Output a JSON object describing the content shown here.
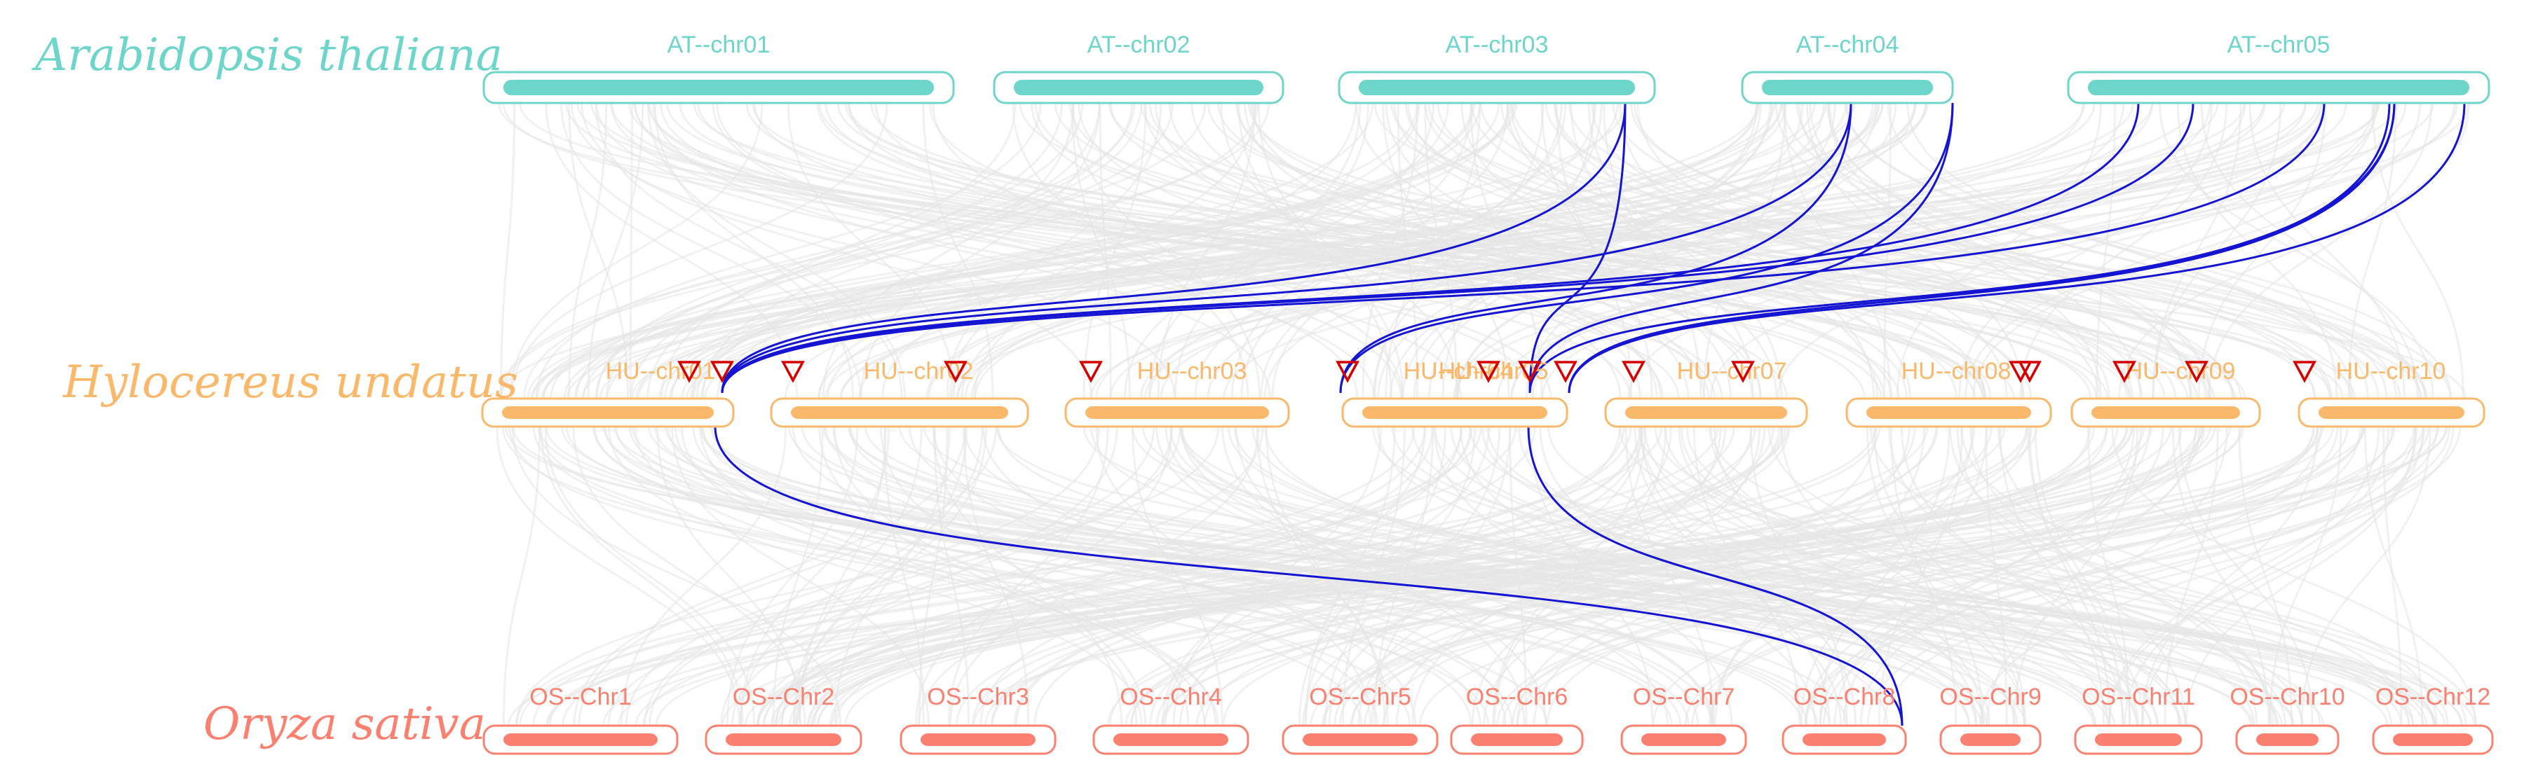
{
  "colors": {
    "at": "#6dd5c9",
    "hu": "#f9b86a",
    "os": "#fb806f",
    "background_link": "#e6e6e6",
    "highlight_link": "#1414d2",
    "gene_marker": "#d40000"
  },
  "species": [
    {
      "key": "at",
      "name": "Arabidopsis thaliana"
    },
    {
      "key": "hu",
      "name": "Hylocereus undatus"
    },
    {
      "key": "os",
      "name": "Oryza sativa"
    }
  ],
  "tracks": {
    "at": [
      "AT--chr01",
      "AT--chr02",
      "AT--chr03",
      "AT--chr04",
      "AT--chr05"
    ],
    "hu": [
      "HU--chr01",
      "HU--chr02",
      "HU--chr03",
      "HU--chr04",
      "HU--chr05",
      "HU--chr07",
      "HU--chr08",
      "HU--chr09",
      "HU--chr10"
    ],
    "os": [
      "OS--Chr1",
      "OS--Chr2",
      "OS--Chr3",
      "OS--Chr4",
      "OS--Chr5",
      "OS--Chr6",
      "OS--Chr7",
      "OS--Chr8",
      "OS--Chr9",
      "OS--Chr11",
      "OS--Chr10",
      "OS--Chr12"
    ]
  },
  "gene_markers_on": "hu",
  "background_links": "collinear blocks between all chromosomes",
  "highlight_links": "collinear gene pairs"
}
